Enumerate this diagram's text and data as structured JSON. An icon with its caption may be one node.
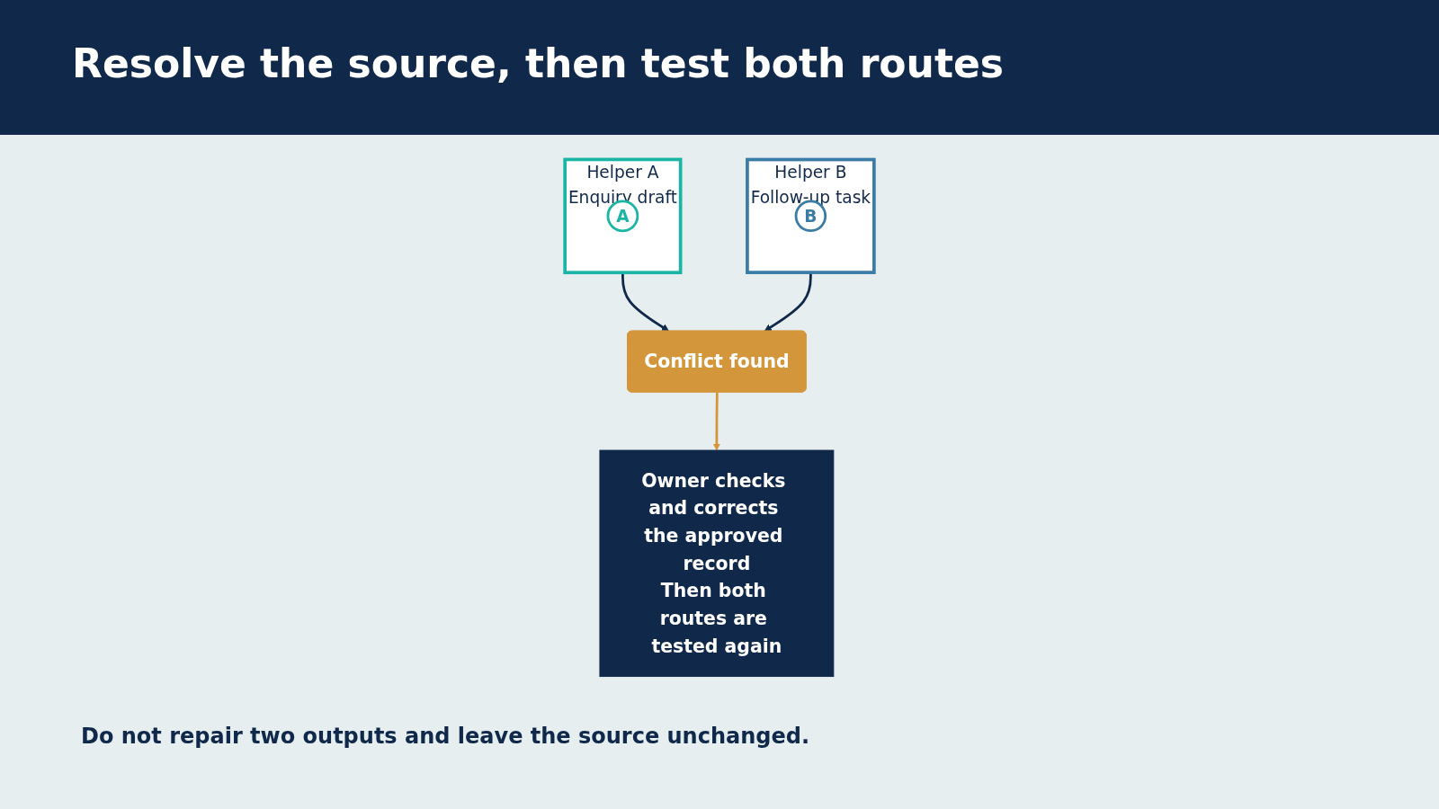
{
  "diagram": {
    "title": "Resolve the source, then test both routes",
    "nodes": [
      {
        "text": [
          "Helper A",
          "Enquiry draft"
        ]
      },
      {
        "text": [
          "A"
        ],
        "in": 0
      },
      {
        "text": [
          "Conflict found"
        ]
      },
      {
        "text": [
          "Helper B",
          "Follow-up task"
        ]
      },
      {
        "text": [
          "B"
        ],
        "in": 3
      },
      {
        "text": [
          "Owner checks and corrects the approved record",
          "Then both routes are tested again"
        ]
      }
    ],
    "edges": [
      {
        "from": 0,
        "to": 2,
        "arrow": "to"
      },
      {
        "from": 3,
        "to": 2,
        "arrow": "to"
      },
      {
        "from": 2,
        "to": 5,
        "arrow": "to",
        "color": "#d4963a"
      }
    ],
    "labels": [
      "Do not repair two outputs and leave the source unchanged."
    ]
  }
}
